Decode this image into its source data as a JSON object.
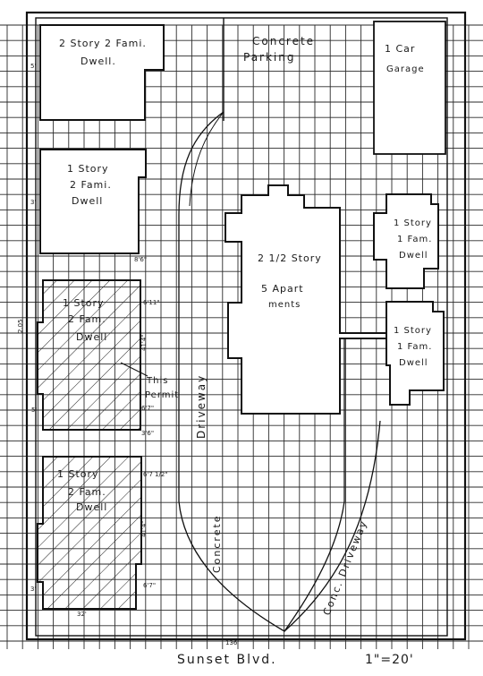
{
  "buildings": {
    "dwell_top": {
      "line1": "2 Story 2 Fami.",
      "line2": "Dwell."
    },
    "dwell_second": {
      "line1": "1 Story",
      "line2": "2 Fami.",
      "line3": "Dwell"
    },
    "dwell_third": {
      "line1": "1 Story",
      "line2": "2 Fam.",
      "line3": "Dwell"
    },
    "dwell_fourth": {
      "line1": "1 Story",
      "line2": "2 Fam.",
      "line3": "Dwell"
    },
    "apartment": {
      "line1": "2 1/2 Story",
      "line2": "5 Apart",
      "line3": "ments"
    },
    "right_upper": {
      "line1": "1 Story",
      "line2": "1 Fam.",
      "line3": "Dwell"
    },
    "right_lower": {
      "line1": "1 Story",
      "line2": "1 Fam.",
      "line3": "Dwell"
    }
  },
  "labels": {
    "parking_line1": "Concrete",
    "parking_line2": "Parking",
    "garage_line1": "1 Car",
    "garage_line2": "Garage",
    "this_permit_line1": "This",
    "this_permit_line2": "Permit",
    "driveway": "Driveway",
    "concrete": "Concrete",
    "conc_driveway": "Conc. Driveway",
    "street": "Sunset Blvd.",
    "scale": "1\"=20'"
  },
  "dimensions": {
    "d1": "5'",
    "d2": "3'",
    "d3": "8'6\"",
    "d4": "6'11\"",
    "d5": "2.05",
    "d6": "41'4\"",
    "d7": "5'",
    "d8": "6'7\"",
    "d9": "3'6\"",
    "d10": "6'7 1/2\"",
    "d11": "41'4\"",
    "d12": "6'7\"",
    "d13": "3'",
    "d14": "32'",
    "d15": "136'"
  },
  "colors": {
    "ink": "#1a1a1a",
    "grid": "#2a2a2a",
    "paper": "#ffffff"
  }
}
